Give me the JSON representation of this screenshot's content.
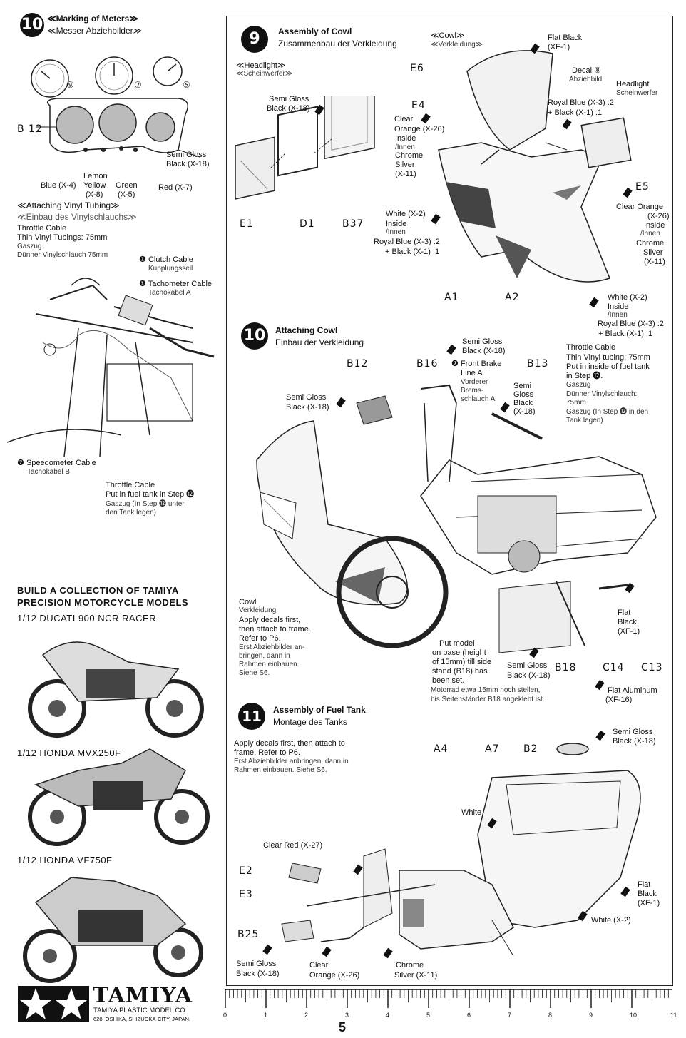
{
  "step10a": {
    "number": "10",
    "title_en": "≪Marking of Meters≫",
    "title_de": "≪Messer Abziehbilder≫",
    "part_b12": "B 12",
    "semigloss": "Semi Gloss",
    "semigloss_color": "Black (X-18)",
    "lemon": "Lemon",
    "yellow": "Yellow",
    "yellow_code": "(X-8)",
    "blue": "Blue (X-4)",
    "green": "Green",
    "green_code": "(X-5)",
    "red": "Red (X-7)",
    "decal9": "⑨",
    "decal7": "⑦",
    "decal5": "⑤"
  },
  "vinyl": {
    "title_en": "≪Attaching Vinyl Tubing≫",
    "title_de": "≪Einbau des Vinylschlauchs≫",
    "throttle": "Throttle Cable",
    "thin": "Thin Vinyl Tubings: 75mm",
    "gaszug": "Gaszug",
    "duenner": "Dünner Vinylschlauch 75mm",
    "clutch_num": "❶",
    "clutch": "Clutch Cable",
    "clutch_de": "Kupplungsseil",
    "tacho_num": "❶",
    "tacho": "Tachometer Cable",
    "tacho_de": "Tachokabel A",
    "speedo_num": "❼",
    "speedo": "Speedometer Cable",
    "speedo_de": "Tachokabel B",
    "throttle2": "Throttle Cable",
    "put_in": "Put in fuel tank in Step ⓬",
    "put_in_de": "Gaszug (In Step ⓬ unter",
    "put_in_de2": "den Tank legen)"
  },
  "collection": {
    "title1": "BUILD A COLLECTION OF TAMIYA",
    "title2": "PRECISION MOTORCYCLE MODELS",
    "model1": "1/12 DUCATI 900 NCR RACER",
    "model2": "1/12 HONDA MVX250F",
    "model3": "1/12 HONDA VF750F"
  },
  "logo": {
    "brand": "TAMIYA",
    "sub": "TAMIYA PLASTIC MODEL CO.",
    "addr": "628, OSHIKA, SHIZUOKA-CITY, JAPAN."
  },
  "step9": {
    "number": "9",
    "title_en": "Assembly of Cowl",
    "title_de": "Zusammenbau der Verkleidung",
    "headlight": "≪Headlight≫",
    "scheinwerfer": "≪Scheinwerfer≫",
    "cowl": "≪Cowl≫",
    "verkleidung": "≪Verkleidung≫",
    "flat_black": "Flat Black",
    "xf1": "(XF-1)",
    "decal": "Decal ⑧",
    "abziehbild": "Abziehbild",
    "headlight2": "Headlight",
    "scheinwerfer2": "Scheinwerfer",
    "royal_blue": "Royal Blue (X-3) :2",
    "plus_black": "+ Black (X-1) :1",
    "e6": "E6",
    "e4": "E4",
    "e5": "E5",
    "e1": "E1",
    "d1": "D1",
    "b37": "B37",
    "a1": "A1",
    "a2": "A2",
    "semigloss": "Semi Gloss",
    "semigloss_black": "Black (X-18)",
    "clear": "Clear",
    "orange": "Orange (X-26)",
    "inside": "Inside",
    "innen": "/Innen",
    "chrome": "Chrome",
    "silver": "Silver",
    "x11": "(X-11)",
    "clear_orange": "Clear Orange",
    "x26": "(X-26)",
    "inside2": "Inside",
    "innen2": "/Innen",
    "chrome2": "Chrome",
    "silver2": "Silver",
    "x11b": "(X-11)",
    "white": "White (X-2)",
    "inside3": "Inside",
    "innen3": "/Innen",
    "royal_blue2": "Royal Blue (X-3) :2",
    "plus_black2": "+ Black (X-1) :1",
    "white2": "White (X-2)",
    "inside4": "Inside",
    "innen4": "/Innen",
    "royal_blue3": "Royal Blue (X-3) :2",
    "plus_black3": "+ Black (X-1) :1"
  },
  "step10b": {
    "number": "10",
    "title_en": "Attaching Cowl",
    "title_de": "Einbau der Verkleidung",
    "semigloss1": "Semi Gloss",
    "black1": "Black (X-18)",
    "front_brake": "❼ Front Brake",
    "line_a": "Line A",
    "vorderer": "Vorderer",
    "brems": "Brems-",
    "schlauch": "schlauch A",
    "b12": "B12",
    "b16": "B16",
    "b13": "B13",
    "semigloss2": "Semi Gloss",
    "black2": "Black (X-18)",
    "semi3": "Semi",
    "gloss3": "Gloss",
    "black3": "Black",
    "x18": "(X-18)",
    "throttle": "Throttle Cable",
    "thin": "Thin Vinyl tubing: 75mm",
    "put_in": "Put in inside of fuel tank",
    "in_step": "in Step ⓬.",
    "gaszug": "Gaszug",
    "duenner": "Dünner Vinylschlauch:",
    "mm": "75mm",
    "gaszug2": "Gaszug (In Step ⓬ in den",
    "tank": "Tank legen)",
    "cowl": "Cowl",
    "verkleidung": "Verkleidung",
    "apply1": "Apply decals first,",
    "apply2": "then attach to frame.",
    "apply3": "Refer to P6.",
    "erst1": "Erst Abziehbilder an-",
    "erst2": "bringen, dann in",
    "erst3": "Rahmen einbauen.",
    "erst4": "Siehe S6.",
    "put1": "Put model",
    "put2": "on base (height",
    "put3": "of 15mm) till side",
    "put4": "stand (B18) has",
    "put5": "been set.",
    "motorrad1": "Motorrad etwa 15mm hoch stellen,",
    "motorrad2": "bis Seitenständer B18 angeklebt ist.",
    "semigloss4": "Semi Gloss",
    "black4": "Black (X-18)",
    "b18": "B18",
    "c14": "C14",
    "c13": "C13",
    "flat": "Flat",
    "black5": "Black",
    "xf1": "(XF-1)",
    "flat_alu": "Flat Aluminum",
    "xf16": "(XF-16)"
  },
  "step11": {
    "number": "11",
    "title_en": "Assembly of Fuel Tank",
    "title_de": "Montage des Tanks",
    "apply1": "Apply decals first, then attach to",
    "apply2": "frame. Refer to P6.",
    "erst1": "Erst Abziehbilder anbringen, dann in",
    "erst2": "Rahmen einbauen. Siehe S6.",
    "a4": "A4",
    "a7": "A7",
    "b2": "B2",
    "semigloss": "Semi Gloss",
    "black": "Black (X-18)",
    "white": "White (X-2)",
    "clear_red": "Clear Red (X-27)",
    "e2": "E2",
    "e3": "E3",
    "b25": "B25",
    "flat": "Flat",
    "black2": "Black",
    "xf1": "(XF-1)",
    "white2": "White (X-2)",
    "semigloss2": "Semi Gloss",
    "black3": "Black (X-18)",
    "clear": "Clear",
    "orange": "Orange (X-26)",
    "chrome": "Chrome",
    "silver": "Silver (X-11)"
  },
  "ruler": {
    "ticks": [
      "0",
      "1",
      "2",
      "3",
      "4",
      "5",
      "6",
      "7",
      "8",
      "9",
      "10",
      "11"
    ]
  },
  "page_number": "5"
}
